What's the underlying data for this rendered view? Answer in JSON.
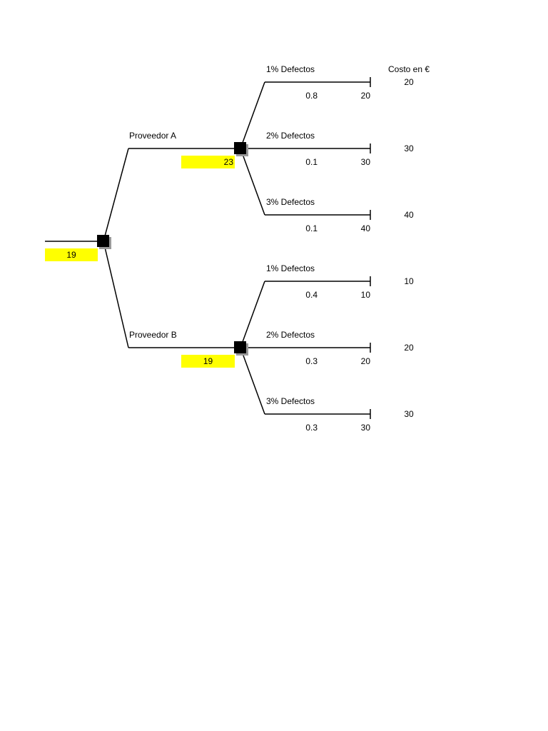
{
  "header": {
    "cost_label": "Costo en €"
  },
  "colors": {
    "highlight": "#FFFF00",
    "line": "#000000",
    "node": "#000000",
    "node_shadow": "#999999"
  },
  "root": {
    "value": "19"
  },
  "branches": [
    {
      "label": "Proveedor A",
      "value": "23",
      "outcomes": [
        {
          "label": "1% Defectos",
          "probability": "0.8",
          "payoff": "20",
          "cost": "20"
        },
        {
          "label": "2% Defectos",
          "probability": "0.1",
          "payoff": "30",
          "cost": "30"
        },
        {
          "label": "3% Defectos",
          "probability": "0.1",
          "payoff": "40",
          "cost": "40"
        }
      ]
    },
    {
      "label": "Proveedor B",
      "value": "19",
      "outcomes": [
        {
          "label": "1% Defectos",
          "probability": "0.4",
          "payoff": "10",
          "cost": "10"
        },
        {
          "label": "2% Defectos",
          "probability": "0.3",
          "payoff": "20",
          "cost": "20"
        },
        {
          "label": "3% Defectos",
          "probability": "0.3",
          "payoff": "30",
          "cost": "30"
        }
      ]
    }
  ]
}
